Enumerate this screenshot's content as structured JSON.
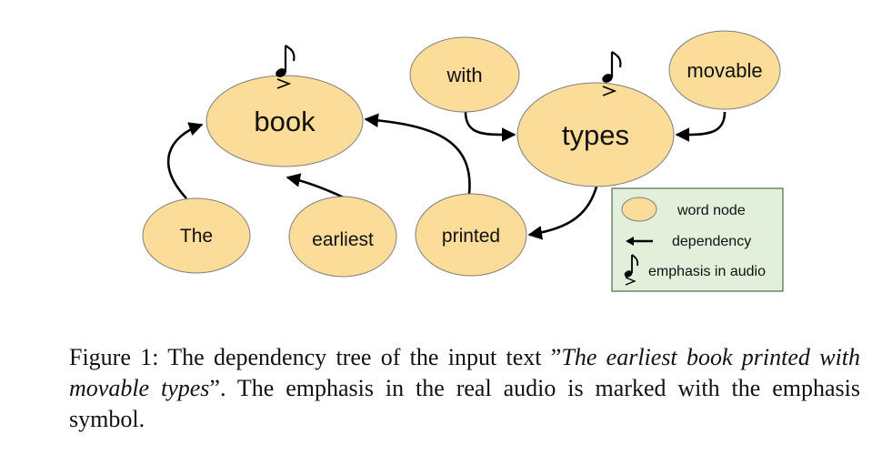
{
  "nodes": {
    "book": "book",
    "types": "types",
    "with": "with",
    "movable": "movable",
    "the": "The",
    "earliest": "earliest",
    "printed": "printed"
  },
  "legend": {
    "word_node": "word node",
    "dependency": "dependency",
    "emphasis": "emphasis in audio"
  },
  "caption": {
    "prefix": "Figure 1: The dependency tree of the input text ”",
    "italic": "The earliest book printed with movable types",
    "suffix": "”.  The emphasis in the real audio is marked with the emphasis symbol."
  },
  "colors": {
    "node_fill": "#fbdc98",
    "node_stroke": "#7f7f7f",
    "legend_fill": "#e2efda",
    "legend_stroke": "#4f6b3f"
  },
  "icons": [
    "music-note-icon",
    "accent-icon",
    "arrow-left-icon"
  ]
}
